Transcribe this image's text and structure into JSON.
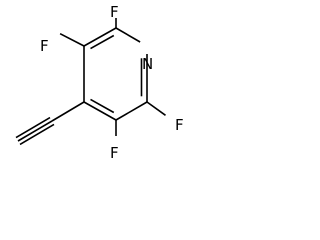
{
  "molecule": {
    "atoms": [
      {
        "id": "N",
        "label": "N"
      },
      {
        "id": "C2",
        "label": ""
      },
      {
        "id": "C3",
        "label": ""
      },
      {
        "id": "C4",
        "label": ""
      },
      {
        "id": "C5",
        "label": ""
      },
      {
        "id": "C6",
        "label": ""
      },
      {
        "id": "F2",
        "label": "F"
      },
      {
        "id": "F3",
        "label": "F"
      },
      {
        "id": "F5",
        "label": "F"
      },
      {
        "id": "F6",
        "label": "F"
      },
      {
        "id": "Ca",
        "label": ""
      },
      {
        "id": "Cb",
        "label": ""
      }
    ],
    "bonds": [
      {
        "a": "N",
        "b": "C2",
        "order": 1
      },
      {
        "a": "C2",
        "b": "C3",
        "order": 2
      },
      {
        "a": "C3",
        "b": "C4",
        "order": 1
      },
      {
        "a": "C4",
        "b": "C5",
        "order": 2
      },
      {
        "a": "C5",
        "b": "C6",
        "order": 1
      },
      {
        "a": "C6",
        "b": "N",
        "order": 2
      },
      {
        "a": "C2",
        "b": "F2",
        "order": 1
      },
      {
        "a": "C3",
        "b": "F3",
        "order": 1
      },
      {
        "a": "C5",
        "b": "F5",
        "order": 1
      },
      {
        "a": "C6",
        "b": "F6",
        "order": 1
      },
      {
        "a": "C4",
        "b": "Ca",
        "order": 1
      },
      {
        "a": "Ca",
        "b": "Cb",
        "order": 3
      }
    ]
  }
}
